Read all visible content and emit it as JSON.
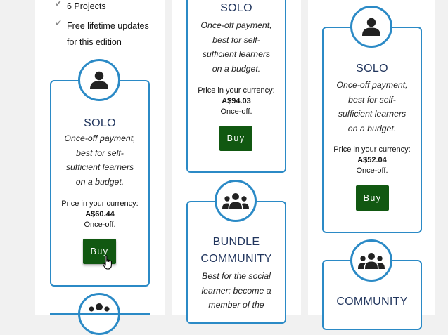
{
  "features": [
    {
      "text": "6 Projects"
    },
    {
      "text": "Free lifetime updates"
    },
    {
      "text": "for this edition"
    }
  ],
  "solo_left": {
    "title": "SOLO",
    "desc": [
      "Once-off payment,",
      "best for self-",
      "sufficient learners",
      "on a budget."
    ],
    "price_label": "Price in your currency:",
    "price": "A$60.44",
    "once": "Once-off.",
    "buy": "Buy"
  },
  "solo_mid": {
    "title": "SOLO",
    "desc": [
      "Once-off payment,",
      "best for self-",
      "sufficient learners",
      "on a budget."
    ],
    "price_label": "Price in your currency:",
    "price": "A$94.03",
    "once": "Once-off.",
    "buy": "Buy"
  },
  "bundle": {
    "title": [
      "BUNDLE",
      "COMMUNITY"
    ],
    "desc": [
      "Best for the social",
      "learner: become a",
      "member of the"
    ]
  },
  "solo_right": {
    "title": "SOLO",
    "desc": [
      "Once-off payment,",
      "best for self-",
      "sufficient learners",
      "on a budget."
    ],
    "price_label": "Price in your currency:",
    "price": "A$52.04",
    "once": "Once-off.",
    "buy": "Buy"
  },
  "community": {
    "title": "COMMUNITY"
  },
  "icons": {
    "single": "user-icon",
    "group": "users-icon",
    "check": "check-icon",
    "cursor": "hand-pointer-icon"
  },
  "colors": {
    "accent": "#2b8ac6",
    "buy_bg": "#115811",
    "title": "#22365e"
  }
}
